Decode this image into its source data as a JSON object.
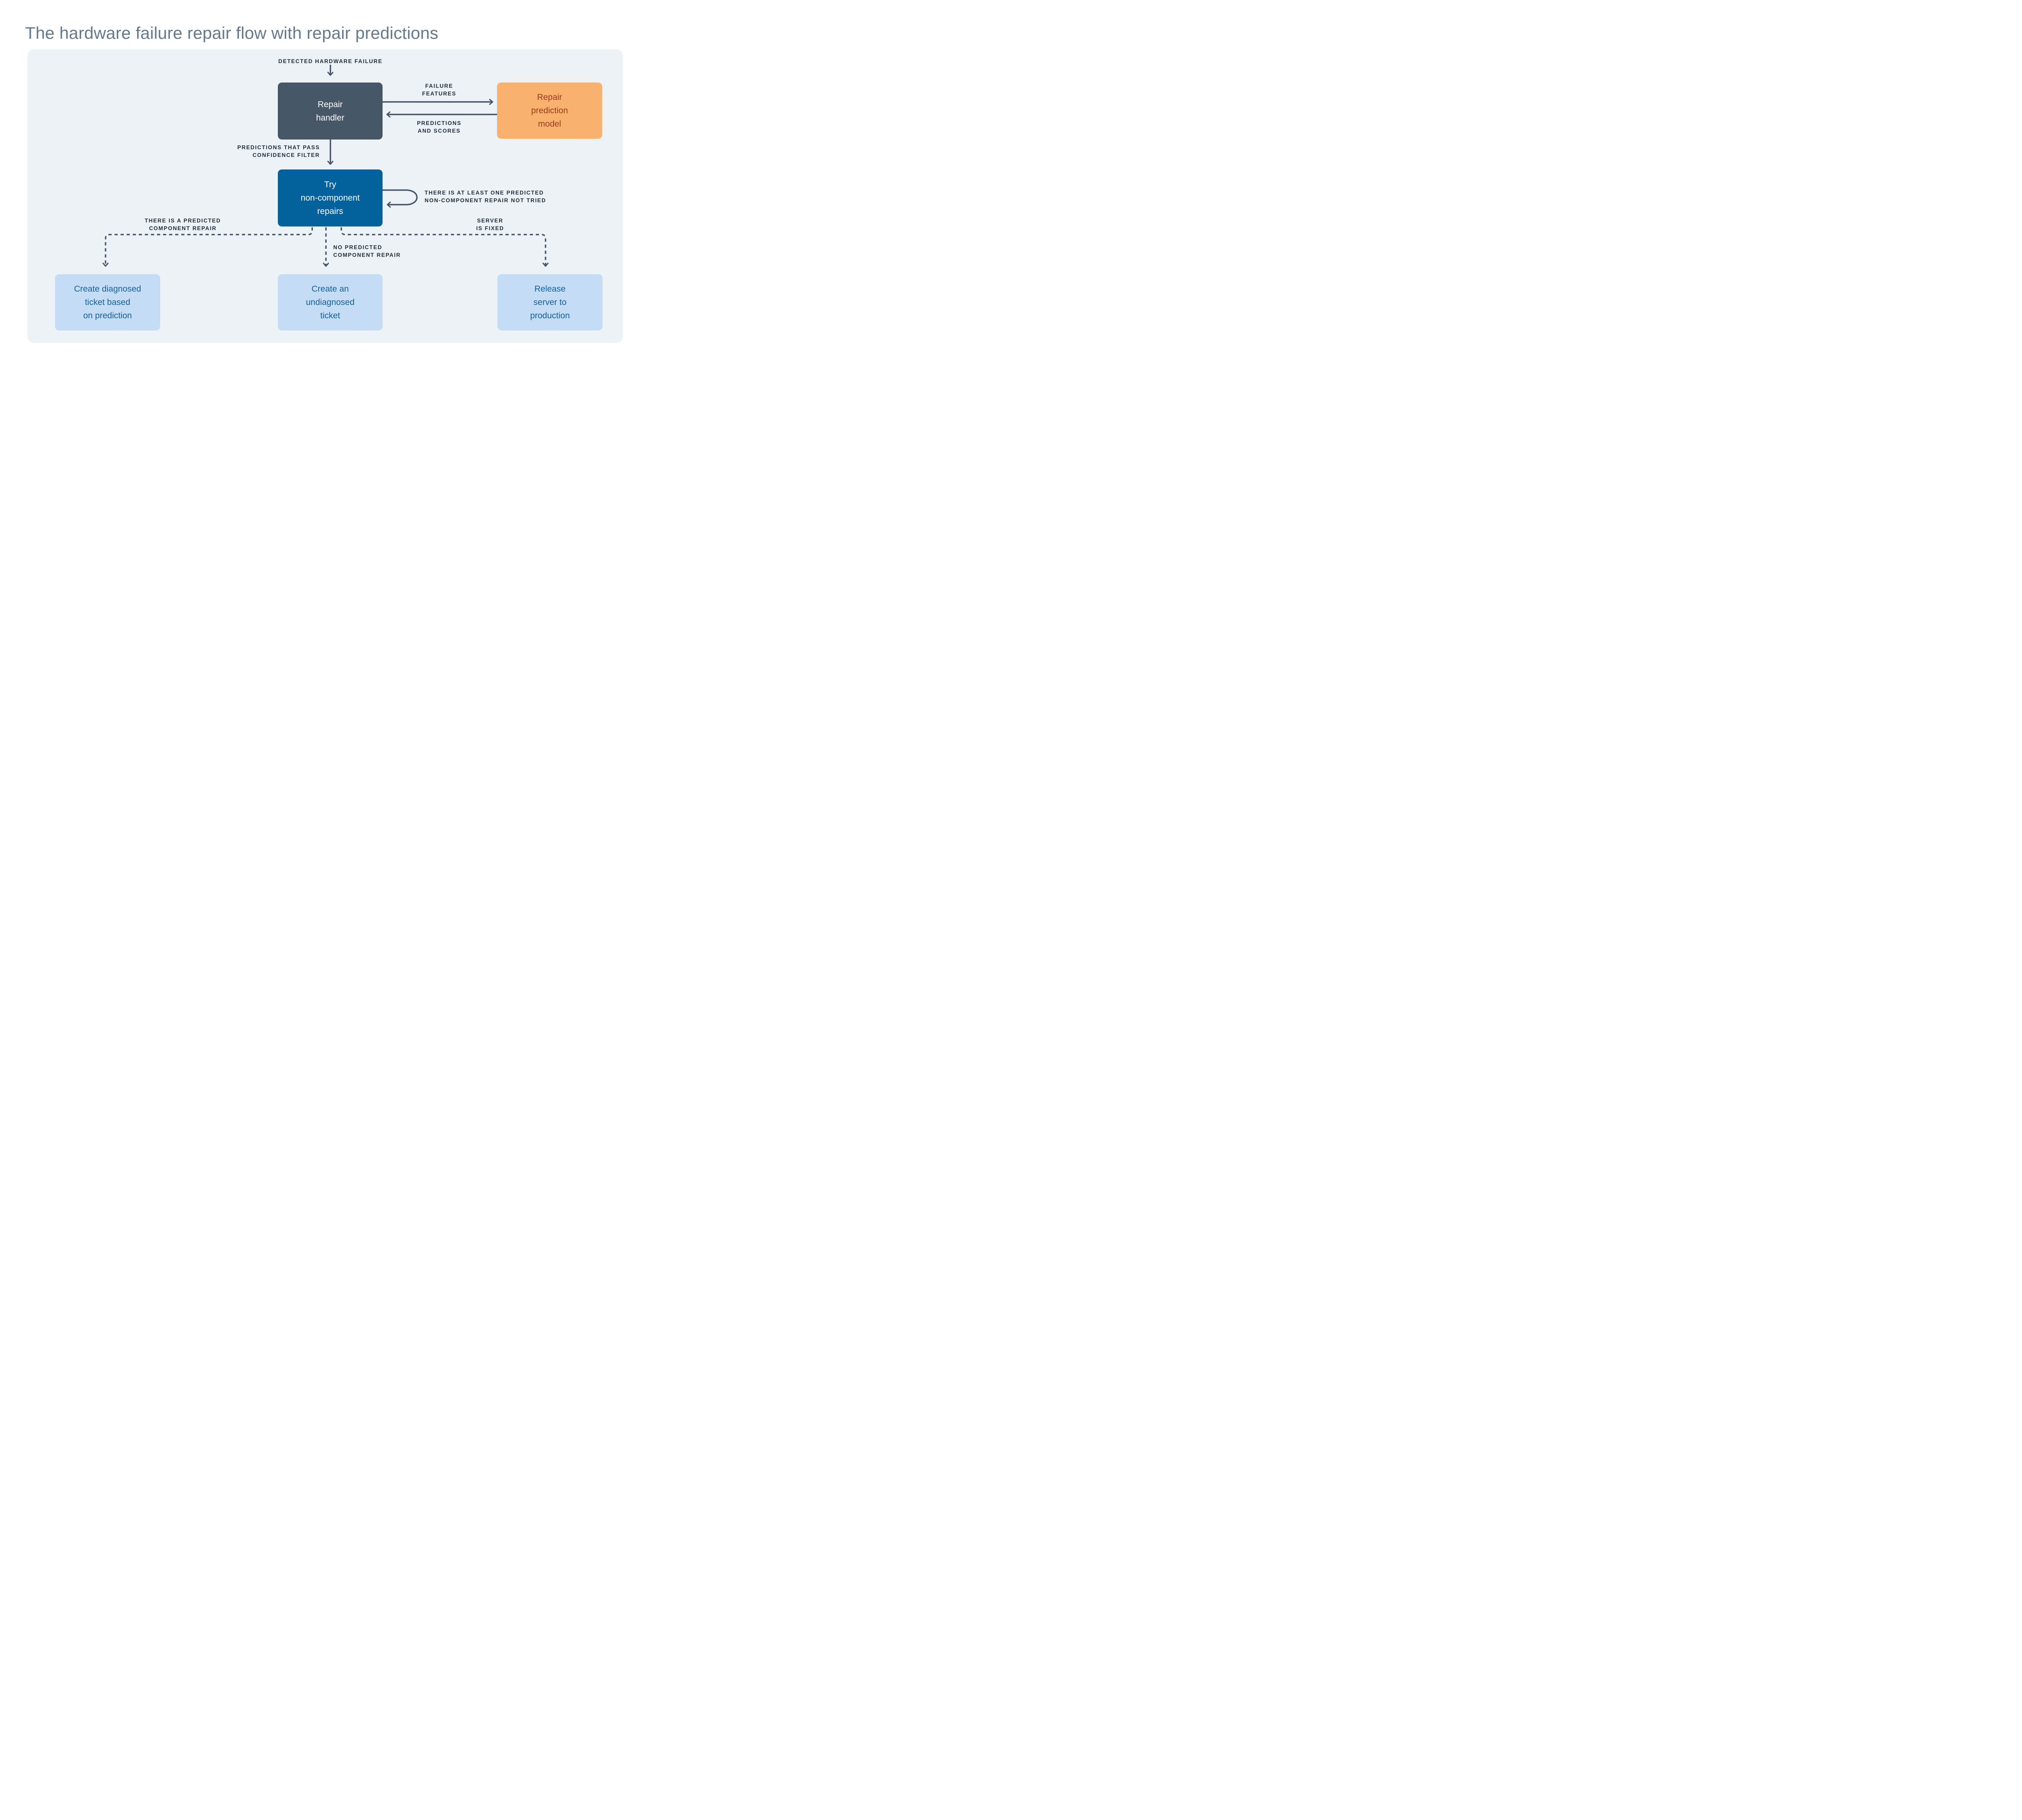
{
  "title": "The hardware failure repair flow with repair predictions",
  "colors": {
    "panel_bg": "#edf2f6",
    "connector": "#45566a",
    "label_text": "#1e2c38",
    "title_text": "#64798c",
    "node_dark_bg": "#475767",
    "node_dark_text": "#ffffff",
    "node_blue_bg": "#03619d",
    "node_blue_text": "#ffffff",
    "node_orange_bg": "#f8b26d",
    "node_orange_text": "#9c3a21",
    "node_lightblue_bg": "#c5ddf4",
    "node_lightblue_text": "#135f9e"
  },
  "nodes": {
    "repair_handler": "Repair\nhandler",
    "repair_prediction_model": "Repair\nprediction\nmodel",
    "try_non_component_repairs": "Try\nnon-component\nrepairs",
    "create_diagnosed_ticket": "Create diagnosed\nticket based\non prediction",
    "create_undiagnosed_ticket": "Create an\nundiagnosed\nticket",
    "release_server": "Release\nserver to\nproduction"
  },
  "edge_labels": {
    "detected_failure": "DETECTED HARDWARE FAILURE",
    "failure_features": "FAILURE\nFEATURES",
    "predictions_and_scores": "PREDICTIONS\nAND SCORES",
    "pass_confidence_filter": "PREDICTIONS THAT PASS\nCONFIDENCE FILTER",
    "repair_not_tried_loop": "THERE IS AT LEAST ONE PREDICTED\nNON-COMPONENT REPAIR NOT TRIED",
    "predicted_component_repair": "THERE IS A PREDICTED\nCOMPONENT REPAIR",
    "no_predicted_component_repair": "NO PREDICTED\nCOMPONENT REPAIR",
    "server_is_fixed": "SERVER\nIS FIXED"
  }
}
